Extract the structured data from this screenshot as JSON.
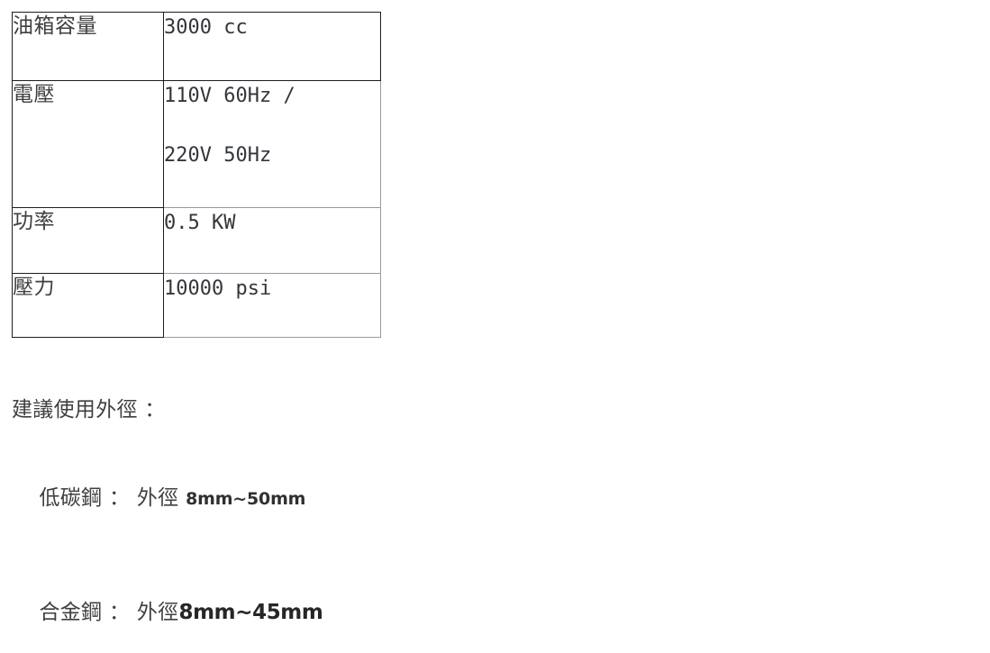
{
  "spec_table": {
    "rows": [
      {
        "label": "油箱容量",
        "value_lines": [
          "3000 cc"
        ]
      },
      {
        "label": "電壓",
        "value_lines": [
          "110V 60Hz /",
          "220V 50Hz"
        ]
      },
      {
        "label": "功率",
        "value_lines": [
          "0.5 KW"
        ]
      },
      {
        "label": "壓力",
        "value_lines": [
          "10000 psi"
        ]
      }
    ]
  },
  "notes": {
    "heading": "建議使用外徑 ：",
    "rows": [
      {
        "material": "低碳鋼 ： 外徑 ",
        "dimension": "8mm~50mm"
      },
      {
        "material": "合金鋼 ： 外徑",
        "dimension": "8mm~45mm"
      }
    ]
  },
  "colors": {
    "background": "#ffffff",
    "text": "#3f3f3f",
    "value_text": "#33363b",
    "border_dark": "#1d1d1d",
    "border_light": "#9a9a9a"
  }
}
